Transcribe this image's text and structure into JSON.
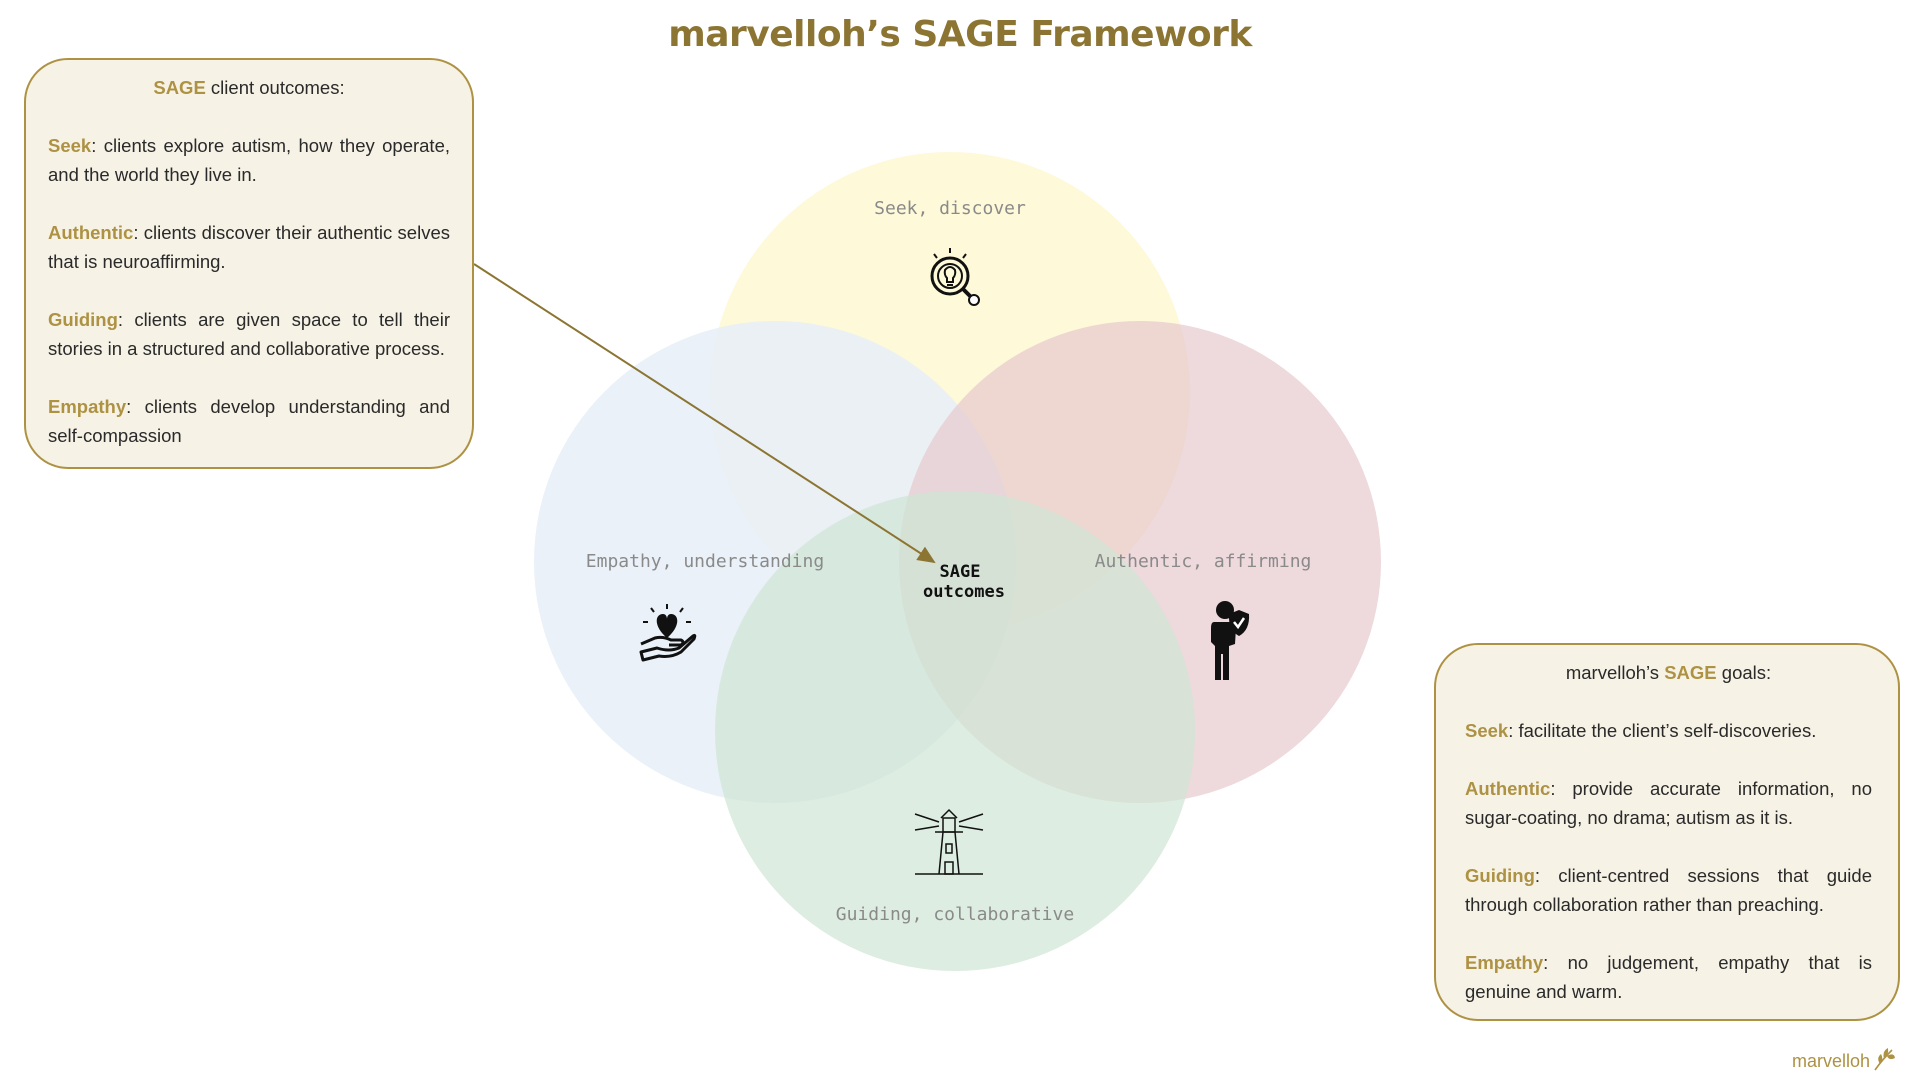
{
  "title": "marvelloh’s SAGE Framework",
  "venn": {
    "seek_label": "Seek, discover",
    "empathy_label": "Empathy, understanding",
    "authentic_label": "Authentic, affirming",
    "guiding_label": "Guiding, collaborative",
    "center_line1": "SAGE",
    "center_line2": "outcomes",
    "colors": {
      "seek": "#fdf8d2",
      "empathy": "#e6eef8",
      "authentic": "#ecd4d7",
      "guiding": "#d9ebdc"
    },
    "icons": {
      "seek": "lightbulb-magnifier-icon",
      "empathy": "heart-hand-icon",
      "authentic": "person-shield-icon",
      "guiding": "lighthouse-icon"
    }
  },
  "outcomes_panel": {
    "heading_kw": "SAGE",
    "heading_rest": " client outcomes:",
    "items": [
      {
        "kw": "Seek",
        "text": ": clients explore autism, how they operate, and the world they live in."
      },
      {
        "kw": "Authentic",
        "text": ": clients discover their authentic selves that is neuroaffirming."
      },
      {
        "kw": "Guiding",
        "text": ": clients are given space to tell their stories in a structured and collaborative process."
      },
      {
        "kw": "Empathy",
        "text": ": clients develop understanding and self-compassion"
      }
    ]
  },
  "goals_panel": {
    "heading_pre": "marvelloh’s ",
    "heading_kw": "SAGE",
    "heading_rest": " goals:",
    "items": [
      {
        "kw": "Seek",
        "text": ": facilitate the client’s self-discoveries."
      },
      {
        "kw": "Authentic",
        "text": ": provide accurate information, no sugar-coating, no drama; autism as it is."
      },
      {
        "kw": "Guiding",
        "text": ": client-centred sessions that guide through collaboration rather than preaching."
      },
      {
        "kw": "Empathy",
        "text": ": no judgement, empathy that is genuine and warm."
      }
    ]
  },
  "brand": {
    "name": "marvelloh",
    "logo_icon": "leaf-sprig-icon",
    "accent": "#ae9243"
  }
}
